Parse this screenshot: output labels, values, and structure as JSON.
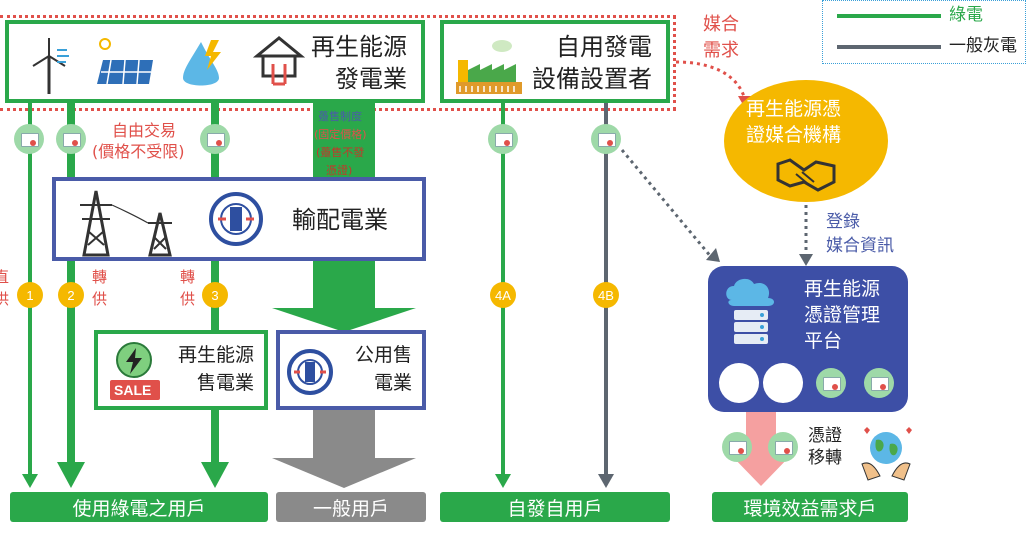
{
  "legend": {
    "green_label": "綠電",
    "gray_label": "一般灰電"
  },
  "colors": {
    "green": "#2aa84a",
    "gray_line": "#5d6670",
    "blue": "#4a5ba8",
    "orange": "#f5b800",
    "red": "#e0504a",
    "pink": "#f5a0a0"
  },
  "boxes": {
    "generator_line1": "再生能源",
    "generator_line2": "發電業",
    "self_use_line1": "自用發電",
    "self_use_line2": "設備設置者",
    "transmission": "輸配電業",
    "retailer_line1": "再生能源",
    "retailer_line2": "售電業",
    "public_line1": "公用售",
    "public_line2": "電業",
    "matching_line1": "再生能源憑",
    "matching_line2": "證媒合機構",
    "platform_line1": "再生能源",
    "platform_line2": "憑證管理",
    "platform_line3": "平台"
  },
  "labels": {
    "matching_demand_1": "媒合",
    "matching_demand_2": "需求",
    "free_trade_1": "自由交易",
    "free_trade_2": "(價格不受限)",
    "feed_in_1": "躉售制度",
    "feed_in_2": "(固定價格)",
    "feed_in_3": "(躉售不發",
    "feed_in_4": "憑證)",
    "direct_1": "直",
    "direct_2": "供",
    "wheel_1": "轉",
    "wheel_2": "供",
    "register_1": "登錄",
    "register_2": "媒合資訊",
    "transfer_1": "憑證",
    "transfer_2": "移轉",
    "sale_tag": "SALE"
  },
  "badges": {
    "b1": "1",
    "b2": "2",
    "b3": "3",
    "b4a": "4A",
    "b4b": "4B"
  },
  "bottom": {
    "green_users": "使用綠電之用戶",
    "general_users": "一般用戶",
    "self_users": "自發自用戶",
    "env_users": "環境效益需求戶"
  }
}
